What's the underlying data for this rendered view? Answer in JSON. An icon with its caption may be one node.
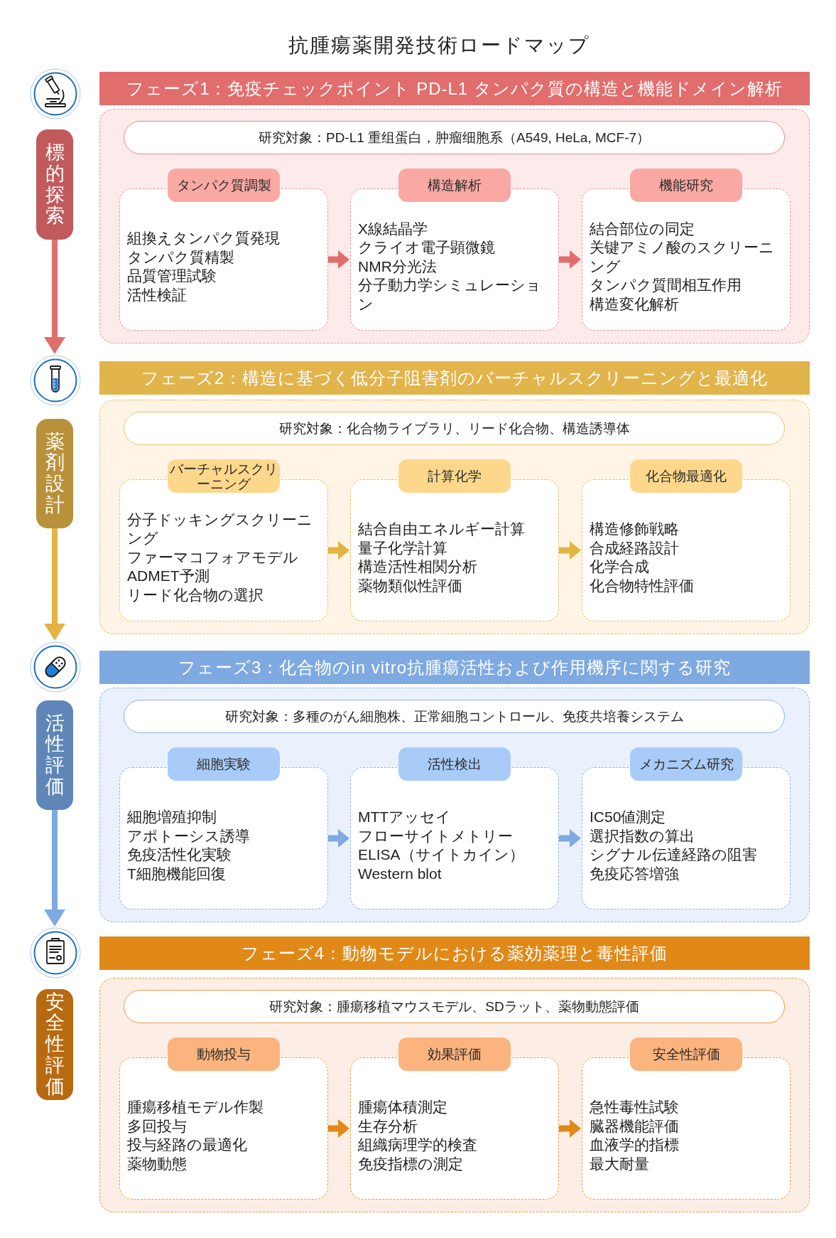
{
  "diagram": {
    "title": "抗腫瘍薬開発技術ロードマップ",
    "nodes": [
      {
        "text": [],
        "shape": "picture"
      },
      {
        "text": [
          "フェーズ1：免疫チェックポイント PD-L1 タンパク質の構造と機能ドメイン解析"
        ]
      },
      {
        "text": [
          "標的探索"
        ]
      },
      {
        "text": [],
        "shape": "box"
      },
      {
        "text": [
          "研究対象：PD-L1 重组蛋白，肿瘤细胞系（A549, HeLa, MCF-7）"
        ],
        "in": 3
      },
      {
        "text": [
          "タンパク質調製",
          "組換えタンパク質発現",
          "タンパク質精製",
          "品質管理試験",
          "活性検証"
        ],
        "in": 3
      },
      {
        "text": [
          "構造解析",
          "X線結晶学",
          "クライオ電子顕微鏡",
          "NMR分光法",
          "分子動力学シミュレーション"
        ],
        "in": 3
      },
      {
        "text": [
          "機能研究",
          "結合部位の同定",
          "关键アミノ酸のスクリーニング",
          "タンパク質間相互作用",
          "構造変化解析"
        ],
        "in": 3
      },
      {
        "text": [],
        "shape": "picture"
      },
      {
        "text": [
          "フェーズ2：構造に基づく低分子阻害剤のバーチャルスクリーニングと最適化"
        ]
      },
      {
        "text": [
          "薬剤設計"
        ]
      },
      {
        "text": [],
        "shape": "box"
      },
      {
        "text": [
          "研究対象：化合物ライブラリ、リード化合物、構造誘導体"
        ],
        "in": 11
      },
      {
        "text": [
          "バーチャルスクリーニング",
          "分子ドッキングスクリーニング",
          "ファーマコフォアモデル",
          "ADMET予測",
          "リード化合物の選択"
        ],
        "in": 11
      },
      {
        "text": [
          "計算化学",
          "結合自由エネルギー計算",
          "量子化学計算",
          "構造活性相関分析",
          "薬物類似性評価"
        ],
        "in": 11
      },
      {
        "text": [
          "化合物最適化",
          "構造修飾戦略",
          "合成経路設計",
          "化学合成",
          "化合物特性評価"
        ],
        "in": 11
      },
      {
        "text": [],
        "shape": "picture"
      },
      {
        "text": [
          "フェーズ3：化合物のin vitro抗腫瘍活性および作用機序に関する研究"
        ]
      },
      {
        "text": [
          "活性評価"
        ]
      },
      {
        "text": [],
        "shape": "box"
      },
      {
        "text": [
          "研究対象：多種のがん細胞株、正常細胞コントロール、免疫共培養システム"
        ],
        "in": 19
      },
      {
        "text": [
          "細胞実験",
          "細胞増殖抑制",
          "アポトーシス誘導",
          "免疫活性化実験",
          "T細胞機能回復"
        ],
        "in": 19
      },
      {
        "text": [
          "活性検出",
          "MTTアッセイ",
          "フローサイトメトリー",
          "ELISA（サイトカイン）",
          "Western blot"
        ],
        "in": 19
      },
      {
        "text": [
          "メカニズム研究",
          "IC50値測定",
          "選択指数の算出",
          "シグナル伝達経路の阻害",
          "免疫応答増強"
        ],
        "in": 19
      },
      {
        "text": [],
        "shape": "picture"
      },
      {
        "text": [
          "フェーズ4：動物モデルにおける薬効薬理と毒性評価"
        ]
      },
      {
        "text": [
          "安全性評価"
        ]
      },
      {
        "text": [],
        "shape": "box"
      },
      {
        "text": [
          "研究対象：腫瘍移植マウスモデル、SDラット、薬物動態評価"
        ],
        "in": 27
      },
      {
        "text": [
          "動物投与",
          "腫瘍移植モデル作製",
          "多回投与",
          "投与経路の最適化",
          "薬物動態"
        ],
        "in": 27
      },
      {
        "text": [
          "効果評価",
          "腫瘍体積測定",
          "生存分析",
          "組織病理学的検査",
          "免疫指標の測定"
        ],
        "in": 27
      },
      {
        "text": [
          "安全性評価",
          "急性毒性試験",
          "臓器機能評価",
          "血液学的指標",
          "最大耐量"
        ],
        "in": 27
      }
    ],
    "edges": [
      {
        "from": 5,
        "to": 6,
        "arrow": "to",
        "color": "#e26d6d"
      },
      {
        "from": 6,
        "to": 7,
        "arrow": "to",
        "color": "#e26d6d"
      },
      {
        "from": 2,
        "to": 8,
        "arrow": "to",
        "color": "#e26d6d"
      },
      {
        "from": 13,
        "to": 14,
        "arrow": "to",
        "color": "#e3b343"
      },
      {
        "from": 14,
        "to": 15,
        "arrow": "to",
        "color": "#e3b343"
      },
      {
        "from": 10,
        "to": 16,
        "arrow": "to",
        "color": "#e3b343"
      },
      {
        "from": 21,
        "to": 22,
        "arrow": "to",
        "color": "#7ea9e1"
      },
      {
        "from": 22,
        "to": 23,
        "arrow": "to",
        "color": "#7ea9e1"
      },
      {
        "from": 18,
        "to": 24,
        "arrow": "to",
        "color": "#7ea9e1"
      },
      {
        "from": 29,
        "to": 30,
        "arrow": "to",
        "color": "#e08918"
      },
      {
        "from": 30,
        "to": 31,
        "arrow": "to",
        "color": "#e08918"
      }
    ]
  }
}
